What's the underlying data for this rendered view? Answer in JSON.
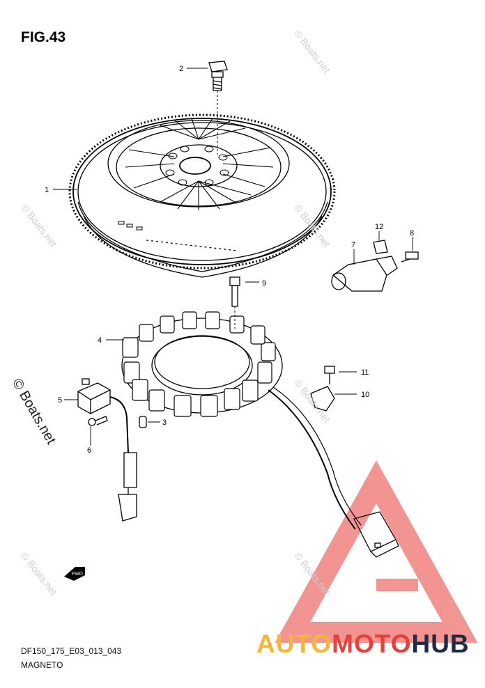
{
  "figure": {
    "title": "FIG.43"
  },
  "footer": {
    "code": "DF150_175_E03_013_043",
    "name": "MAGNETO"
  },
  "watermark": {
    "text": "© Boats.net"
  },
  "fwd_marker": {
    "label": "FWD"
  },
  "brand": {
    "part1": "AUTO",
    "part2": "MOTO",
    "part3": "HUB",
    "colors": {
      "auto": "#f3b63a",
      "moto": "#e8403a",
      "hub": "#1f2a44"
    }
  },
  "callouts": {
    "c1": "1",
    "c2": "2",
    "c3": "3",
    "c4": "4",
    "c5": "5",
    "c6": "6",
    "c7": "7",
    "c8": "8",
    "c9": "9",
    "c10": "10",
    "c11": "11",
    "c12": "12"
  }
}
